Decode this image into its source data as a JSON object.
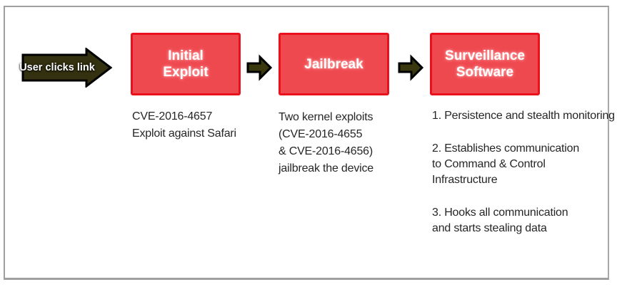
{
  "diagram": {
    "entry_arrow_label": "User clicks link",
    "stages": [
      {
        "title_lines": [
          "Initial",
          "Exploit"
        ],
        "notes": [
          "CVE-2016-4657",
          "Exploit against Safari"
        ]
      },
      {
        "title_lines": [
          "Jailbreak"
        ],
        "notes": [
          "Two kernel exploits",
          "(CVE-2016-4655",
          "& CVE-2016-4656)",
          "jailbreak the device"
        ]
      },
      {
        "title_lines": [
          "Surveillance",
          "Software"
        ],
        "note_paragraphs": [
          [
            "1. Persistence and stealth monitoring"
          ],
          [
            "2. Establishes communication",
            "to Command & Control",
            "Infrastructure"
          ],
          [
            "3. Hooks all communication",
            "and starts stealing data"
          ]
        ]
      }
    ],
    "colors": {
      "box_fill": "#ef4950",
      "box_border": "#e8111c",
      "arrow_fill": "#33310f",
      "arrow_outline": "#000000",
      "body_text": "#262626",
      "frame_border": "#9f9f9f"
    }
  }
}
